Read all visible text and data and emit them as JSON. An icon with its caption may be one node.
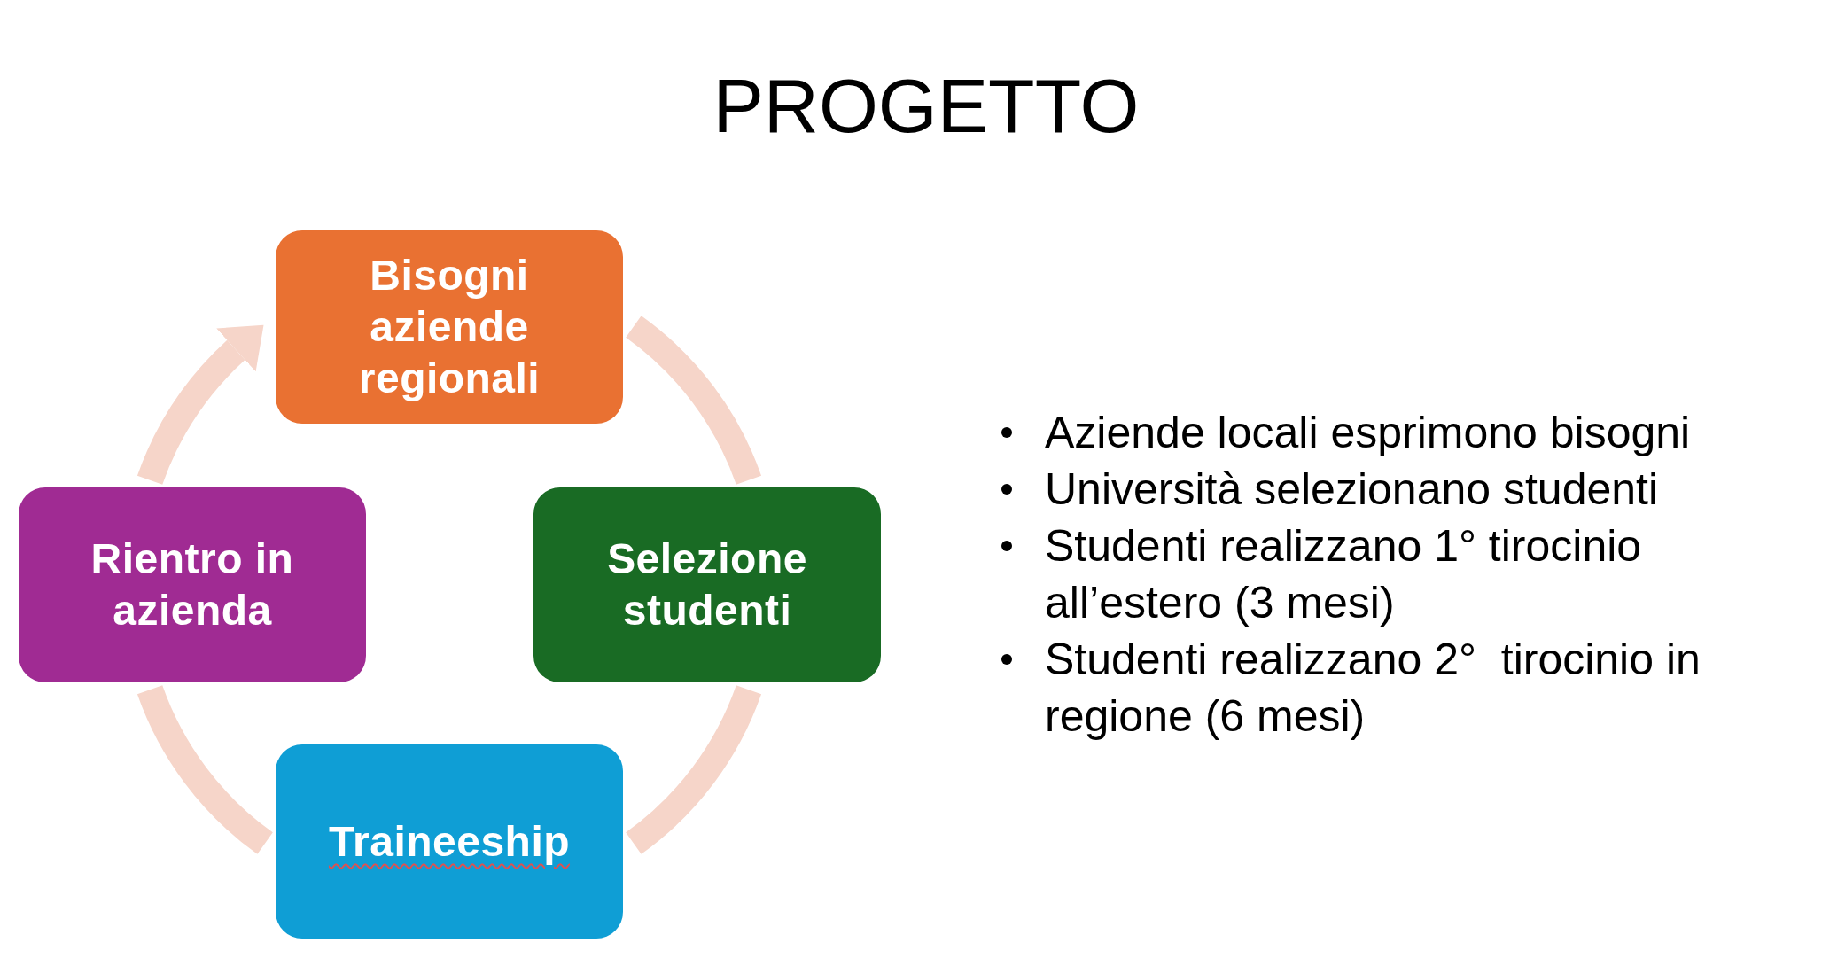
{
  "diagram": {
    "title": "PROGETTO",
    "nodes": [
      {
        "text": [
          "Bisogni aziende regionali"
        ]
      },
      {
        "text": [
          "Rientro in azienda"
        ]
      },
      {
        "text": [
          "Selezione studenti"
        ]
      },
      {
        "text": [
          "Traineeship"
        ]
      }
    ],
    "edges": [
      {
        "from": 0,
        "to": 2,
        "arrow": "none"
      },
      {
        "from": 2,
        "to": 3,
        "arrow": "none"
      },
      {
        "from": 3,
        "to": 1,
        "arrow": "none"
      },
      {
        "from": 1,
        "to": 0,
        "arrow": "to"
      }
    ],
    "labels": [
      "Aziende locali esprimono bisogni",
      "Università selezionano studenti",
      "Studenti realizzano 1° tirocinio all’estero (3 mesi)",
      "Studenti realizzano 2°  tirocinio in regione (6 mesi)"
    ]
  }
}
